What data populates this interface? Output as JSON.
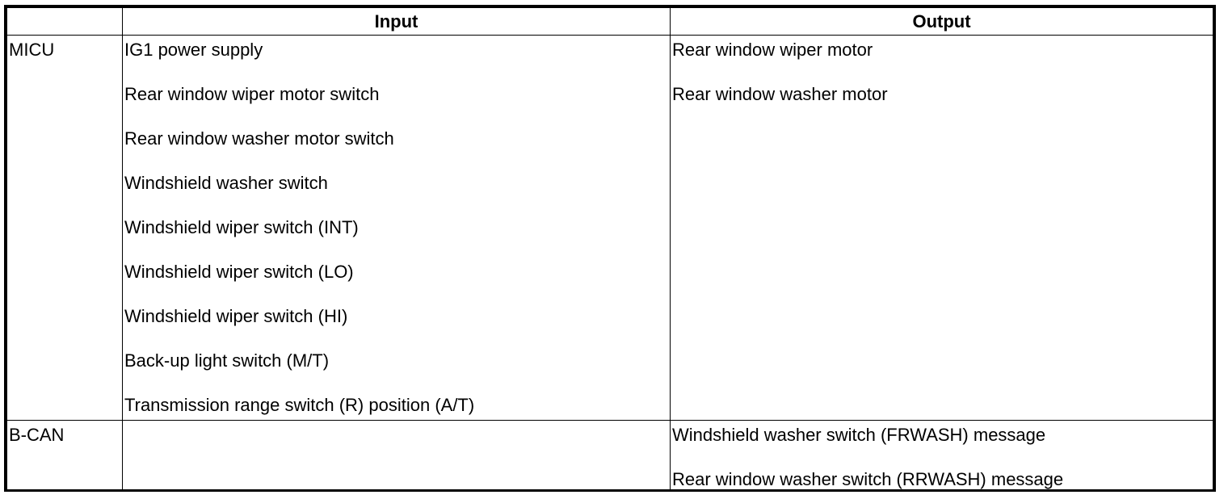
{
  "table": {
    "headers": [
      "",
      "Input",
      "Output"
    ],
    "rows": [
      {
        "label": "MICU",
        "inputs": [
          "IG1 power supply",
          "Rear window wiper motor switch",
          "Rear window washer motor switch",
          "Windshield washer switch",
          "Windshield wiper switch (INT)",
          "Windshield wiper switch (LO)",
          "Windshield wiper switch (HI)",
          "Back-up light switch (M/T)",
          "Transmission range switch (R) position (A/T)"
        ],
        "outputs": [
          "Rear window wiper motor",
          "Rear window washer motor"
        ]
      },
      {
        "label": "B-CAN",
        "inputs": [],
        "outputs": [
          "Windshield washer switch (FRWASH) message",
          "Rear window washer switch (RRWASH) message"
        ]
      }
    ]
  }
}
